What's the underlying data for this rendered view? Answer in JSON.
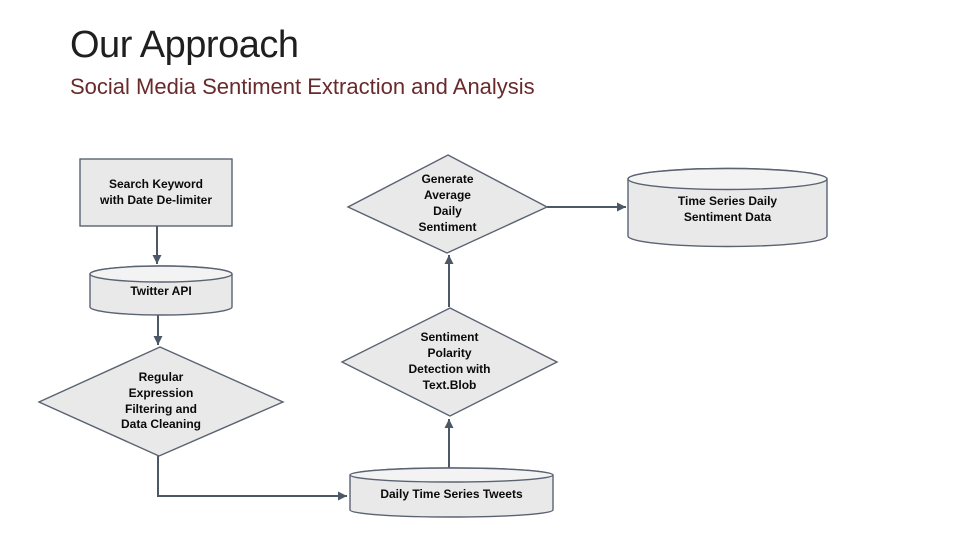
{
  "slide": {
    "title": "Our Approach",
    "subtitle": "Social Media Sentiment Extraction and Analysis"
  },
  "colors": {
    "title": "#1f1f1f",
    "subtitle": "#682a2b",
    "shape_fill": "#e9e9e9",
    "cylinder_top_fill": "#f3f3f3",
    "shape_border": "#5a6372",
    "connector": "#4d5866",
    "label": "#0a0a0a"
  },
  "flowchart": {
    "nodes": [
      {
        "id": "search-keyword",
        "shape": "rectangle",
        "label": "Search Keyword\nwith Date De-limiter"
      },
      {
        "id": "twitter-api",
        "shape": "cylinder",
        "label": "Twitter API"
      },
      {
        "id": "regex-filtering",
        "shape": "diamond",
        "label": "Regular\nExpression\nFiltering and\nData Cleaning"
      },
      {
        "id": "daily-tweets",
        "shape": "cylinder",
        "label": "Daily Time Series Tweets"
      },
      {
        "id": "sentiment-polarity",
        "shape": "diamond",
        "label": "Sentiment\nPolarity\nDetection with\nText.Blob"
      },
      {
        "id": "generate-average",
        "shape": "diamond",
        "label": "Generate\nAverage\nDaily\nSentiment"
      },
      {
        "id": "time-series-data",
        "shape": "cylinder",
        "label": "Time Series Daily\nSentiment Data"
      }
    ],
    "connectors": [
      {
        "from": "search-keyword",
        "to": "twitter-api",
        "direction": "down"
      },
      {
        "from": "twitter-api",
        "to": "regex-filtering",
        "direction": "down"
      },
      {
        "from": "regex-filtering",
        "to": "daily-tweets",
        "direction": "down-then-right"
      },
      {
        "from": "daily-tweets",
        "to": "sentiment-polarity",
        "direction": "up"
      },
      {
        "from": "sentiment-polarity",
        "to": "generate-average",
        "direction": "up"
      },
      {
        "from": "generate-average",
        "to": "time-series-data",
        "direction": "right"
      }
    ]
  }
}
